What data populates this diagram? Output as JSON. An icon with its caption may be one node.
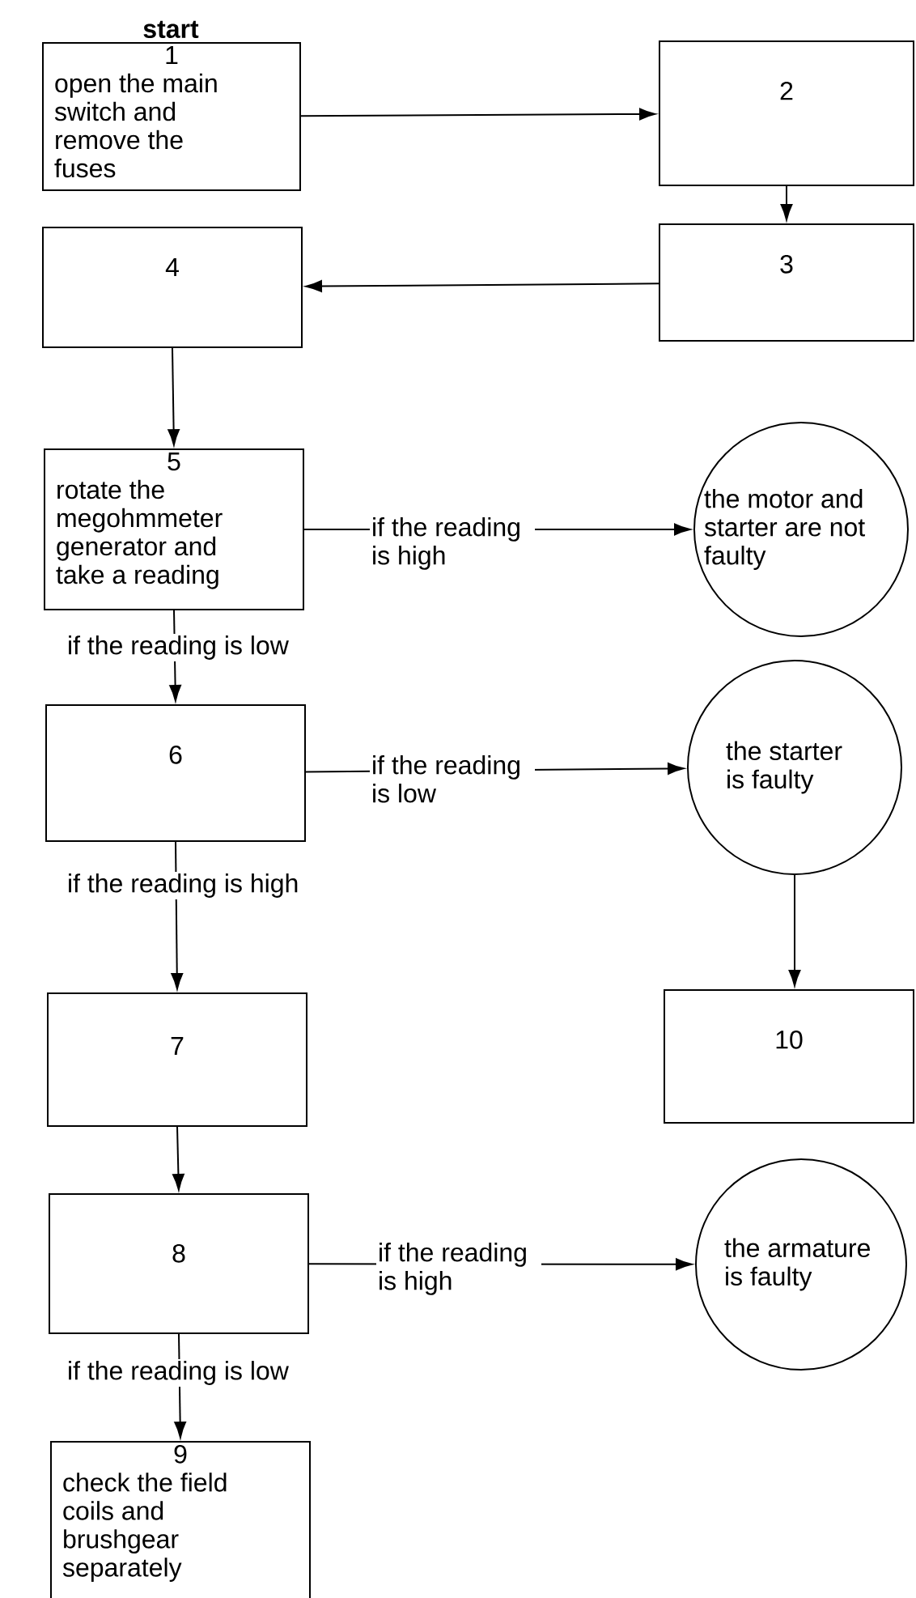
{
  "diagram": {
    "nodes": [
      {
        "text": [
          "1",
          "open the main switch and remove the fuses"
        ],
        "beside": [
          "start"
        ]
      },
      {
        "text": [
          "2"
        ]
      },
      {
        "text": [
          "3"
        ]
      },
      {
        "text": [
          "4"
        ]
      },
      {
        "text": [
          "5",
          "rotate the megohmmeter generator and take a reading"
        ]
      },
      {
        "text": [
          "the motor and starter are not faulty"
        ]
      },
      {
        "text": [
          "6"
        ]
      },
      {
        "text": [
          "the starter is faulty"
        ]
      },
      {
        "text": [
          "7"
        ]
      },
      {
        "text": [
          "10"
        ]
      },
      {
        "text": [
          "8"
        ]
      },
      {
        "text": [
          "the armature is faulty"
        ]
      },
      {
        "text": [
          "9",
          "check the field coils and brushgear separately"
        ]
      }
    ],
    "edges": [
      {
        "from": 0,
        "to": 1,
        "arrow": "to"
      },
      {
        "from": 1,
        "to": 2,
        "arrow": "to"
      },
      {
        "from": 2,
        "to": 3,
        "arrow": "to"
      },
      {
        "from": 3,
        "to": 4,
        "arrow": "to"
      },
      {
        "from": 4,
        "to": 5,
        "arrow": "to",
        "label": "if the reading is high"
      },
      {
        "from": 4,
        "to": 6,
        "arrow": "to",
        "label": "if the reading is low"
      },
      {
        "from": 6,
        "to": 7,
        "arrow": "to",
        "label": "if the reading is low"
      },
      {
        "from": 6,
        "to": 8,
        "arrow": "to",
        "label": "if the reading is high"
      },
      {
        "from": 7,
        "to": 9,
        "arrow": "to"
      },
      {
        "from": 8,
        "to": 10,
        "arrow": "to"
      },
      {
        "from": 10,
        "to": 11,
        "arrow": "to",
        "label": "if the reading is high"
      },
      {
        "from": 10,
        "to": 12,
        "arrow": "to",
        "label": "if the reading is low"
      }
    ]
  }
}
